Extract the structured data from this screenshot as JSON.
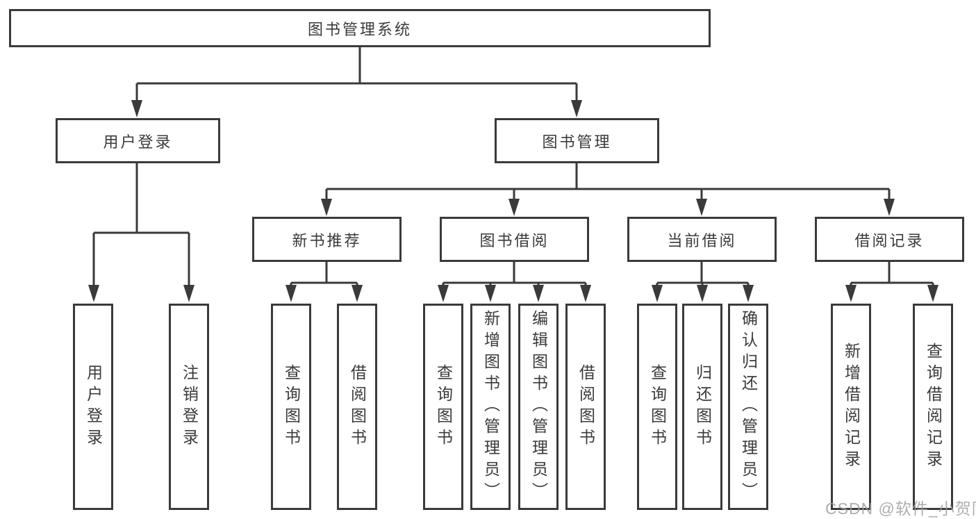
{
  "tree": {
    "root": {
      "label": "图书管理系统"
    },
    "branches": [
      {
        "label": "用户登录",
        "children": [
          {
            "label": "用户登录"
          },
          {
            "label": "注销登录"
          }
        ]
      },
      {
        "label": "图书管理",
        "children": [
          {
            "label": "新书推荐",
            "children": [
              {
                "label": "查询图书"
              },
              {
                "label": "借阅图书"
              }
            ]
          },
          {
            "label": "图书借阅",
            "children": [
              {
                "label": "查询图书"
              },
              {
                "label": "新增图书（管理员）"
              },
              {
                "label": "编辑图书（管理员）"
              },
              {
                "label": "借阅图书"
              }
            ]
          },
          {
            "label": "当前借阅",
            "children": [
              {
                "label": "查询图书"
              },
              {
                "label": "归还图书"
              },
              {
                "label": "确认归还（管理员）"
              }
            ]
          },
          {
            "label": "借阅记录",
            "children": [
              {
                "label": "新增借阅记录"
              },
              {
                "label": "查询借阅记录"
              }
            ]
          }
        ]
      }
    ]
  },
  "watermark": {
    "text": "CSDN @软件_小贺同学"
  },
  "colors": {
    "line": "#3a3a3a",
    "box_border": "#3a3a3a",
    "text": "#3a3a3a",
    "background": "#ffffff",
    "watermark": "#a0a0a0"
  }
}
